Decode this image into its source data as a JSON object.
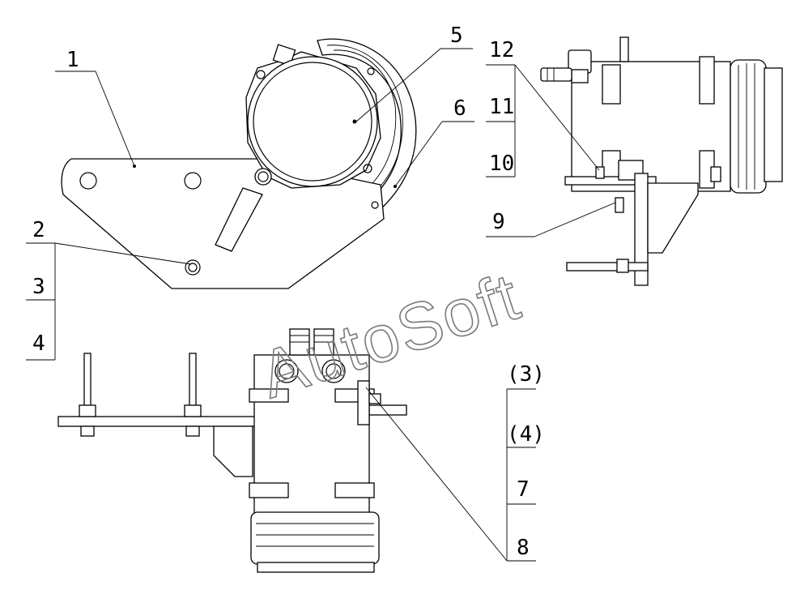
{
  "callouts": {
    "c1": "1",
    "c2": "2",
    "c3": "3",
    "c4": "4",
    "c5": "5",
    "c6": "6",
    "c9": "9",
    "c10": "10",
    "c11": "11",
    "c12": "12",
    "c3p": "(3)",
    "c4p": "(4)",
    "c7": "7",
    "c8": "8"
  },
  "watermark": "AutoSoft"
}
